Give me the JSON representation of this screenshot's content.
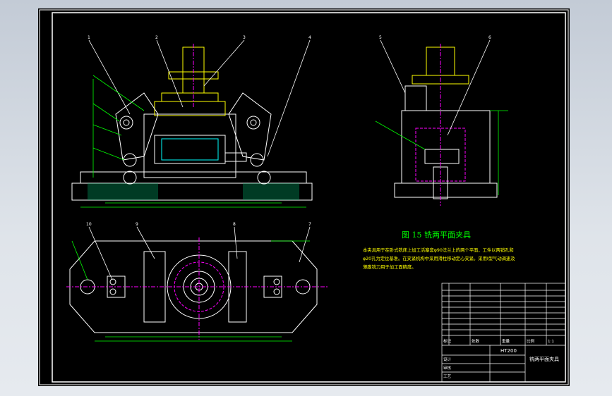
{
  "drawing": {
    "figure_title": "图 15    铣两平面夹具",
    "notes": [
      "本夹具用于在卧式铣床上加工活塞套φ90法兰上的两个平面，工件以两销孔和",
      "φ20孔为定位基准。在夹紧机构中采用滑柱移动定心夹紧。采用Ⅰ型气动调速及",
      "薄膜铣刀用于加工面精度。"
    ],
    "title_block": {
      "drawing_name": "铣两平面夹具",
      "part_code": "HT200",
      "row_labels": [
        "标记",
        "处数",
        "设计",
        "审核",
        "工艺"
      ],
      "col_labels": [
        "重量",
        "比例"
      ],
      "scale": "1:1"
    },
    "callouts_front": [
      "1",
      "2",
      "3",
      "4"
    ],
    "callouts_side": [
      "5",
      "6"
    ],
    "callouts_plan": [
      "10",
      "9",
      "8",
      "7"
    ]
  },
  "colors": {
    "background": "#000000",
    "line": "#ffffff",
    "yellow": "#ffff00",
    "green": "#00ff00",
    "magenta": "#ff00ff",
    "cyan": "#00ffff"
  }
}
